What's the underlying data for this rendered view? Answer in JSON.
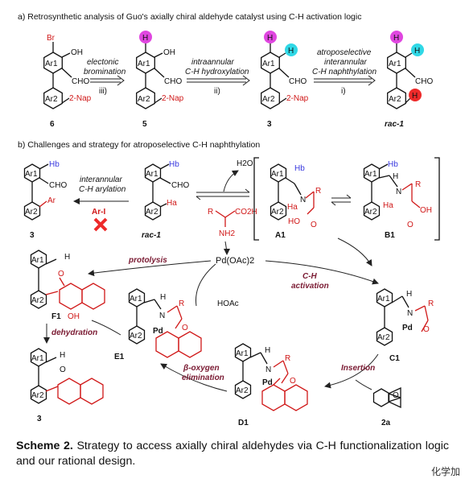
{
  "part_a": {
    "header": "a) Retrosynthetic analysis of Guo's axially chiral aldehyde catalyst using C-H activation logic",
    "compounds": {
      "c6": {
        "label": "6",
        "br": "Br",
        "oh": "OH",
        "cho": "CHO",
        "ar1": "Ar1",
        "ar2": "Ar2",
        "nap": "2-Nap"
      },
      "c5": {
        "label": "5",
        "h": "H",
        "oh": "OH",
        "cho": "CHO",
        "ar1": "Ar1",
        "ar2": "Ar2",
        "nap": "2-Nap"
      },
      "c3": {
        "label": "3",
        "h1": "H",
        "h2": "H",
        "cho": "CHO",
        "ar1": "Ar1",
        "ar2": "Ar2",
        "nap": "2-Nap"
      },
      "rac1": {
        "label": "rac-1",
        "h1": "H",
        "h2": "H",
        "h3": "H",
        "cho": "CHO",
        "ar1": "Ar1",
        "ar2": "Ar2"
      }
    },
    "steps": {
      "s1": {
        "line1": "electonic",
        "line2": "bromination",
        "num": "iii)"
      },
      "s2": {
        "line1": "intraannular",
        "line2": "C-H hydroxylation",
        "num": "ii)"
      },
      "s3": {
        "line1": "atroposelective",
        "line2": "interannular",
        "line3": "C-H naphthylation",
        "num": "i)"
      }
    }
  },
  "part_b": {
    "header": "b) Challenges and strategy for atroposelective C-H naphthylation",
    "left": {
      "hb": "Hb",
      "cho": "CHO",
      "ar1": "Ar1",
      "ar2": "Ar2",
      "ar": "Ar",
      "label": "3"
    },
    "arylation": {
      "line1": "interannular",
      "line2": "C-H arylation",
      "reagent": "Ar-I"
    },
    "rac1": {
      "hb": "Hb",
      "ha": "Ha",
      "cho": "CHO",
      "ar1": "Ar1",
      "ar2": "Ar2",
      "label": "rac-1"
    },
    "h2o": "H2O",
    "amino": {
      "r": "R",
      "co2h": "CO2H",
      "nh2": "NH2"
    },
    "a1": {
      "label": "A1",
      "hb": "Hb",
      "ha": "Ha",
      "n": "N",
      "r": "R",
      "ho": "HO",
      "o": "O",
      "ar1": "Ar1",
      "ar2": "Ar2"
    },
    "b1": {
      "label": "B1",
      "hb": "Hb",
      "ha": "Ha",
      "h": "H",
      "n": "N",
      "r": "R",
      "oh": "OH",
      "o": "O",
      "ar1": "Ar1",
      "ar2": "Ar2"
    },
    "pd": "Pd(OAc)2",
    "hoac": "HOAc",
    "labels": {
      "protolysis": "protolysis",
      "ch_activation1": "C-H",
      "ch_activation2": "activation",
      "dehydration": "dehydration",
      "beta1": "β-oxygen",
      "beta2": "elimination",
      "insertion": "Insertion"
    },
    "f1": {
      "label": "F1",
      "h": "H",
      "o": "O",
      "oh": "OH",
      "ar1": "Ar1",
      "ar2": "Ar2"
    },
    "p3": {
      "label": "3",
      "h": "H",
      "o": "O",
      "ar1": "Ar1",
      "ar2": "Ar2"
    },
    "e1": {
      "label": "E1",
      "h": "H",
      "n": "N",
      "r": "R",
      "o": "O",
      "pd": "Pd",
      "ar1": "Ar1",
      "ar2": "Ar2"
    },
    "d1": {
      "label": "D1",
      "h": "H",
      "n": "N",
      "r": "R",
      "o": "O",
      "pd": "Pd",
      "ar1": "Ar1",
      "ar2": "Ar2"
    },
    "c1": {
      "label": "C1",
      "h": "H",
      "n": "N",
      "r": "R",
      "o": "O",
      "pd": "Pd",
      "ar1": "Ar1",
      "ar2": "Ar2"
    },
    "r2a": {
      "label": "2a",
      "o": "O"
    }
  },
  "caption": {
    "bold": "Scheme 2.",
    "text": " Strategy to access axially chiral aldehydes via C-H functionalization logic and our rational design."
  },
  "watermark": "化学加",
  "colors": {
    "red": "#d01818",
    "magenta": "#e046e0",
    "cyan": "#30d8e6",
    "bright_red": "#ee2a2a",
    "maroon": "#7a1a32"
  }
}
